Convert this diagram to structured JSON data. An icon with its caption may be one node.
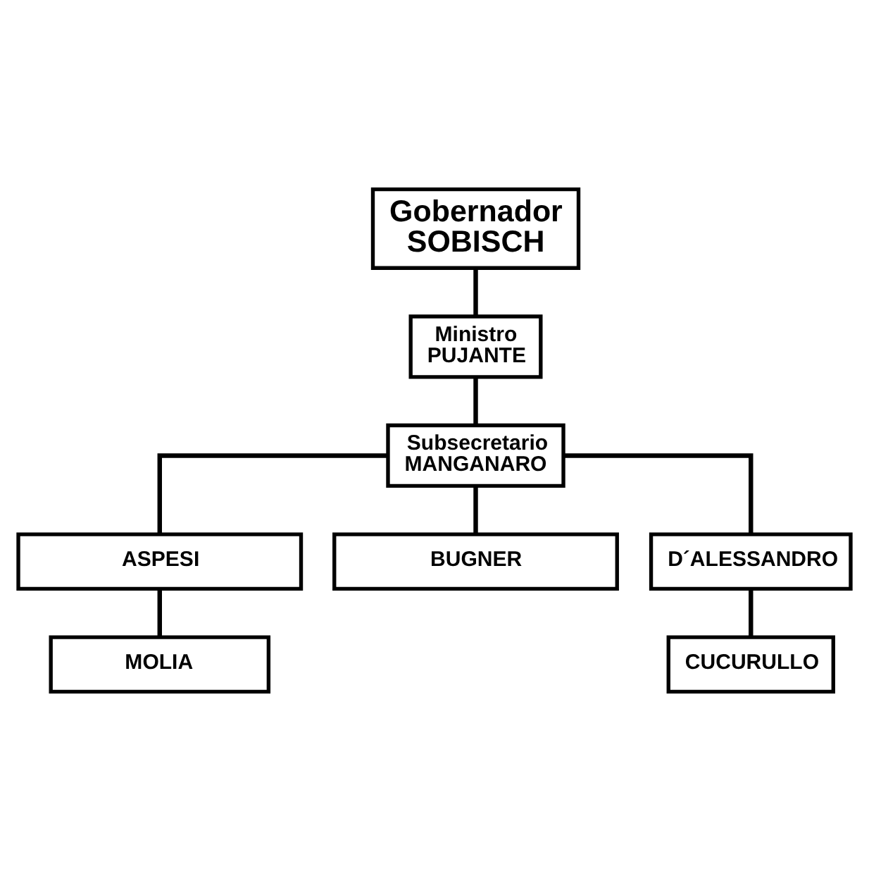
{
  "diagram": {
    "nodes": [
      {
        "text": [
          "Gobernador",
          "SOBISCH"
        ]
      },
      {
        "text": [
          "Ministro",
          "PUJANTE"
        ]
      },
      {
        "text": [
          "Subsecretario",
          "MANGANARO"
        ]
      },
      {
        "text": [
          "ASPESI"
        ]
      },
      {
        "text": [
          "BUGNER"
        ]
      },
      {
        "text": [
          "MOLIA"
        ]
      },
      {
        "text": [
          "D´ALESSANDRO"
        ]
      },
      {
        "text": [
          "CUCURULLO"
        ]
      }
    ],
    "edges": [
      {
        "from": 0,
        "to": 1,
        "arrow": "none"
      },
      {
        "from": 1,
        "to": 2,
        "arrow": "none"
      },
      {
        "from": 2,
        "to": 3,
        "arrow": "none"
      },
      {
        "from": 2,
        "to": 4,
        "arrow": "none"
      },
      {
        "from": 3,
        "to": 5,
        "arrow": "none"
      },
      {
        "from": 2,
        "to": 6,
        "arrow": "none"
      },
      {
        "from": 6,
        "to": 7,
        "arrow": "none"
      }
    ]
  }
}
